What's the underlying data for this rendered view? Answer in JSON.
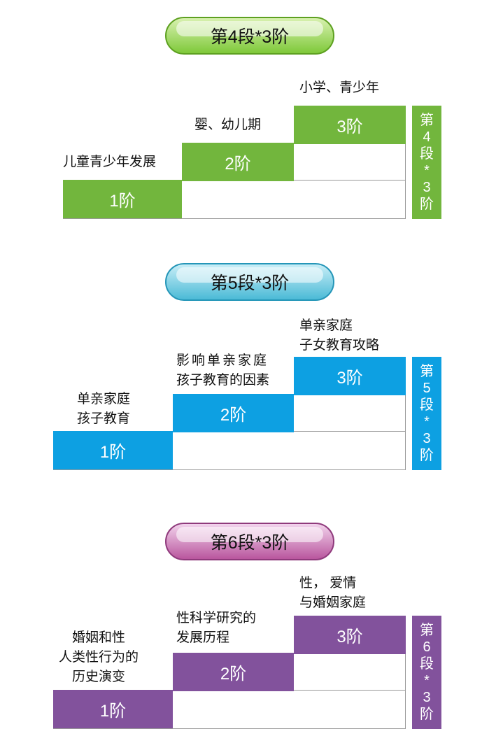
{
  "sections": [
    {
      "title": "第4段*3阶",
      "steps": [
        "1阶",
        "2阶",
        "3阶"
      ],
      "labels": [
        [
          "儿童青少年发展"
        ],
        [
          "婴、幼儿期"
        ],
        [
          "小学、青少年"
        ]
      ],
      "side": [
        "第",
        "4",
        "段",
        "*",
        "3",
        "阶"
      ]
    },
    {
      "title": "第5段*3阶",
      "steps": [
        "1阶",
        "2阶",
        "3阶"
      ],
      "labels": [
        [
          "单亲家庭",
          "孩子教育"
        ],
        [
          "影响单亲家庭",
          "孩子教育的因素"
        ],
        [
          "单亲家庭",
          "子女教育攻略"
        ]
      ],
      "side": [
        "第",
        "5",
        "段",
        "*",
        "3",
        "阶"
      ]
    },
    {
      "title": "第6段*3阶",
      "steps": [
        "1阶",
        "2阶",
        "3阶"
      ],
      "labels": [
        [
          "婚姻和性",
          "人类性行为的",
          "历史演变"
        ],
        [
          "性科学研究的",
          "发展历程"
        ],
        [
          "性， 爱情",
          "与婚姻家庭"
        ]
      ],
      "side": [
        "第",
        "6",
        "段",
        "*",
        "3",
        "阶"
      ]
    }
  ],
  "colors": {
    "green": "#72b63d",
    "blue": "#0da0e2",
    "purple": "#82529c"
  }
}
